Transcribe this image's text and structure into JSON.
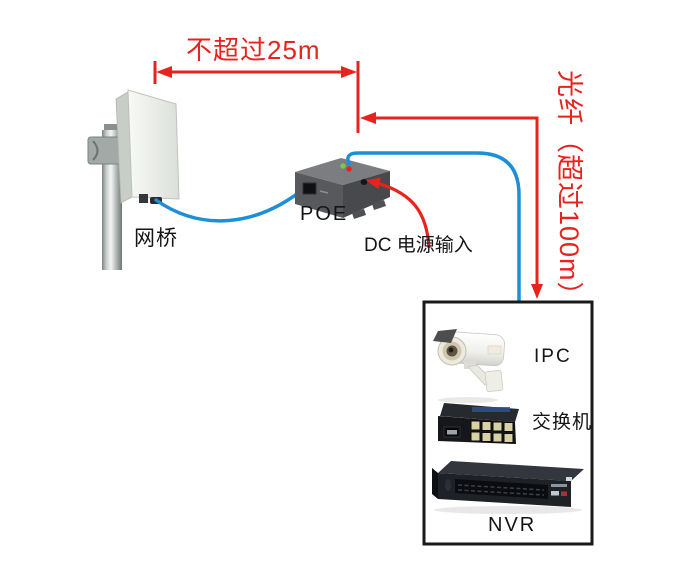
{
  "diagram": {
    "annotations": {
      "distance_label": "不超过25m",
      "fiber_label": "光纤（超过100m）",
      "dc_input_label": "DC 电源输入"
    },
    "devices": {
      "bridge_label": "网桥",
      "poe_label": "POE",
      "ipc_label": "IPC",
      "switch_label": "交换机",
      "nvr_label": "NVR"
    },
    "colors": {
      "annotation_red": "#E8231D",
      "cable_blue": "#1E8FD6",
      "equipment_box_border": "#1A1A1A",
      "poe_led_green": "#7AC943",
      "poe_led_red": "#E8231D",
      "background": "#FFFFFF"
    }
  }
}
